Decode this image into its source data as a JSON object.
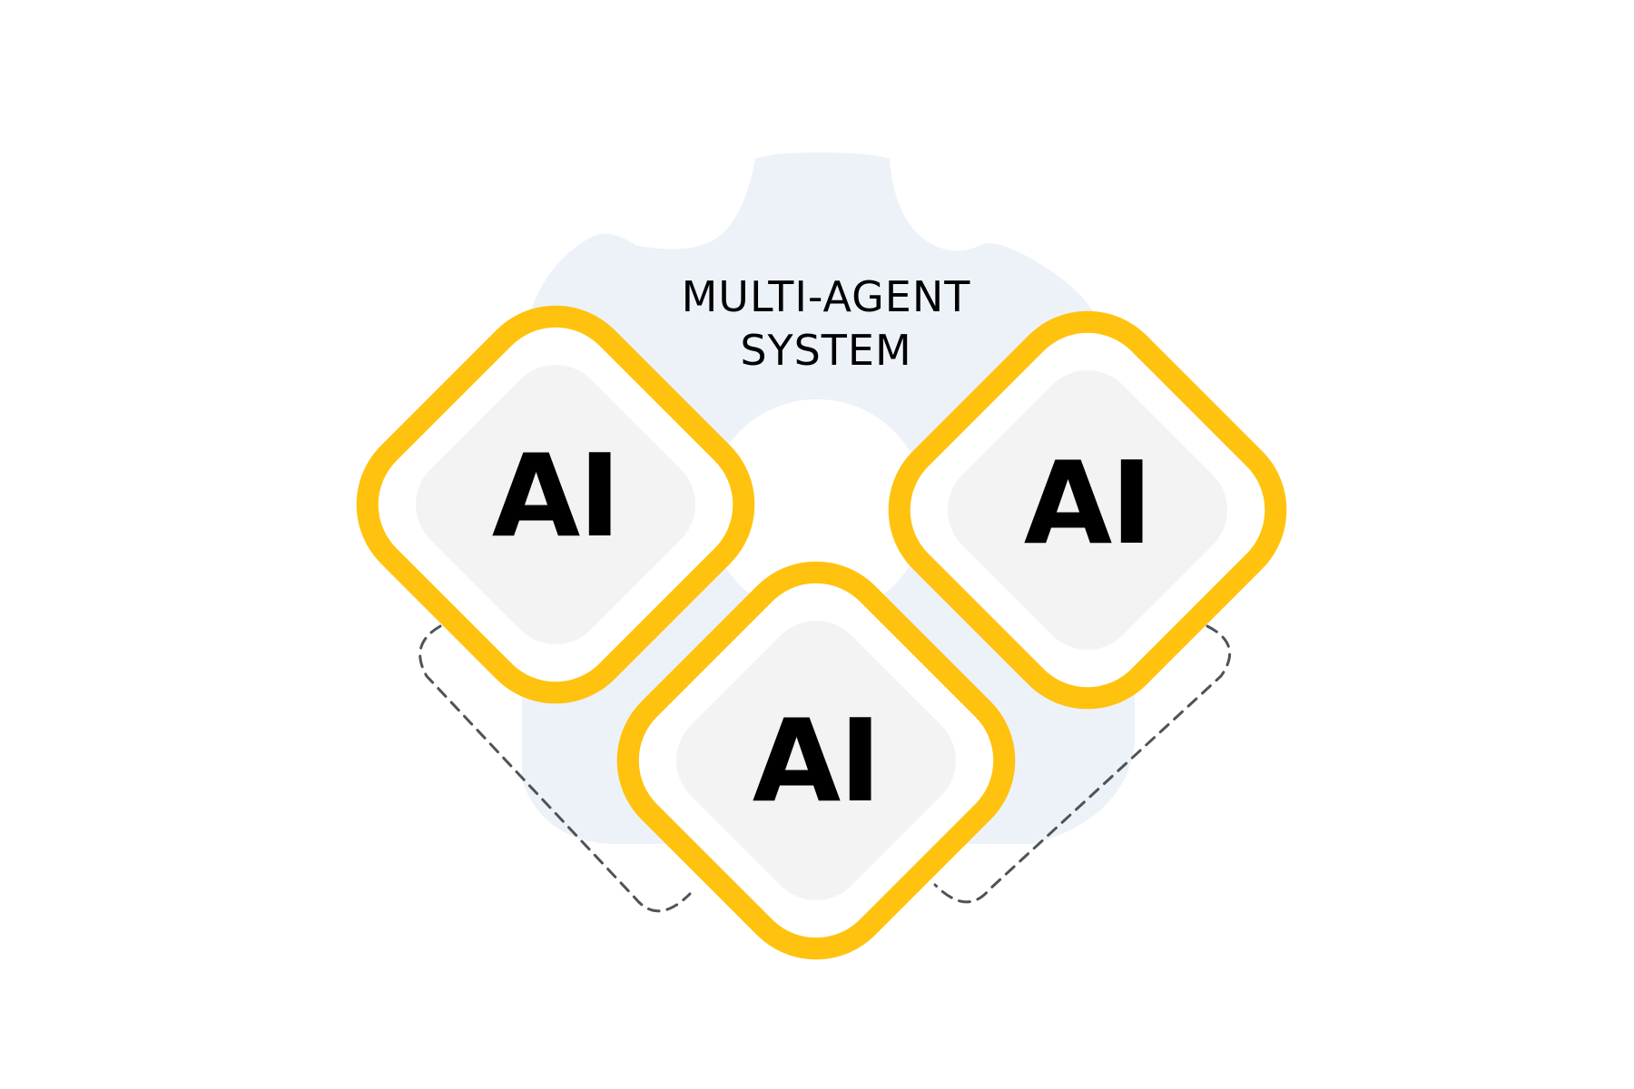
{
  "diagram": {
    "title_line1": "MULTI-AGENT",
    "title_line2": "SYSTEM",
    "agents": [
      {
        "label": "AI"
      },
      {
        "label": "AI"
      },
      {
        "label": "AI"
      }
    ]
  },
  "colors": {
    "background": "#ffffff",
    "gear": "#edf2f9",
    "agent_outline": "#ffc20e",
    "agent_inner": "#f3f3f3",
    "text": "#000000",
    "dashed": "#4d5457"
  },
  "icons": {
    "background_shape": "gear-icon"
  }
}
